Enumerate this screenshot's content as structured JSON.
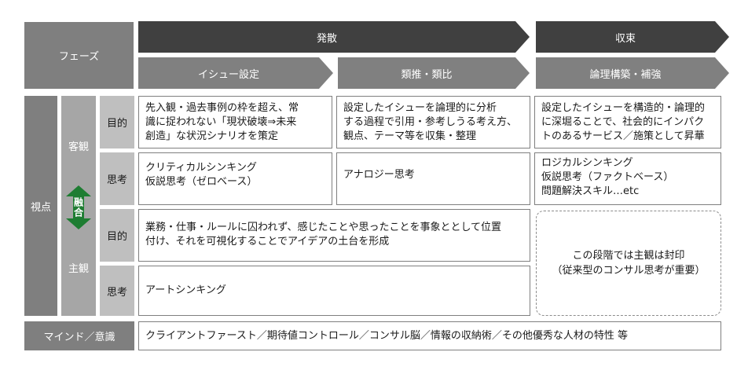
{
  "header": {
    "phase_label": "フェーズ",
    "divergence": "発散",
    "convergence": "収束",
    "sub": {
      "issue_setting": "イシュー設定",
      "analogy": "類推・類比",
      "logic": "論理構築・補強"
    }
  },
  "left": {
    "viewpoint": "視点",
    "objective": "客観",
    "subjective": "主観",
    "fusion": "融合",
    "purpose": "目的",
    "thinking": "思考"
  },
  "cells": {
    "obj_purpose_1": "先入観・過去事例の枠を超え、常\n識に捉われない「現状破壊⇒未来\n創造」な状況シナリオを策定",
    "obj_purpose_2": "設定したイシューを論理的に分析\nする過程で引用・参考しうる考え方、\n観点、テーマ等を収集・整理",
    "obj_purpose_3": "設定したイシューを構造的・論理的\nに深堀ることで、社会的にインパク\nトのあるサービス／施策として昇華",
    "obj_thinking_1": "クリティカルシンキング\n仮説思考（ゼロベース）",
    "obj_thinking_2": "アナロジー思考",
    "obj_thinking_3": "ロジカルシンキング\n仮説思考（ファクトベース）\n問題解決スキル…etc",
    "sub_purpose": "業務・仕事・ルールに囚われず、感じたことや思ったことを事象ととして位置\n付け、それを可視化することでアイデアの土台を形成",
    "sub_thinking": "アートシンキング",
    "sealed": "この段階では主観は封印\n（従来型のコンサル思考が重要）"
  },
  "mind": {
    "label": "マインド／意識",
    "text": "クライアントファースト／期待値コントロール／コンサル脳／情報の収納術／その他優秀な人材の特性 等"
  },
  "colors": {
    "dark_arrow": "#404040",
    "mid_arrow": "#808080",
    "label_gray": "#7f7f7f",
    "fusion_green": "#1e7d32"
  }
}
